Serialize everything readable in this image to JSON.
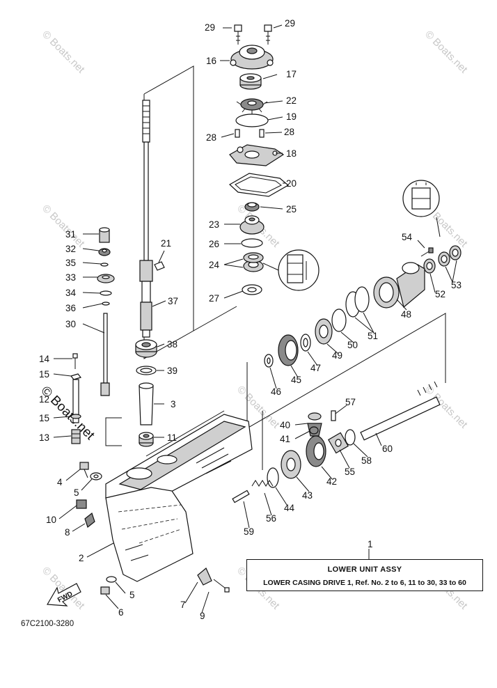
{
  "diagram": {
    "code": "67C2100-3280",
    "assembly_ref": "1",
    "legend": {
      "title": "LOWER UNIT ASSY",
      "description": "LOWER CASING DRIVE 1,  Ref. No. 2 to 6, 11 to 30, 33 to 60"
    },
    "fwd_label": "FWD",
    "watermark": "© Boats.net",
    "callouts": [
      "29",
      "29",
      "16",
      "17",
      "22",
      "19",
      "28",
      "28",
      "18",
      "20",
      "25",
      "23",
      "26",
      "24",
      "27",
      "21",
      "37",
      "38",
      "39",
      "3",
      "11",
      "31",
      "32",
      "35",
      "33",
      "34",
      "36",
      "30",
      "14",
      "15",
      "12",
      "15",
      "13",
      "4",
      "5",
      "10",
      "8",
      "2",
      "5",
      "6",
      "7",
      "9",
      "54",
      "52",
      "53",
      "48",
      "51",
      "50",
      "49",
      "47",
      "45",
      "46",
      "57",
      "40",
      "41",
      "55",
      "42",
      "58",
      "60",
      "43",
      "44",
      "56",
      "59"
    ]
  }
}
